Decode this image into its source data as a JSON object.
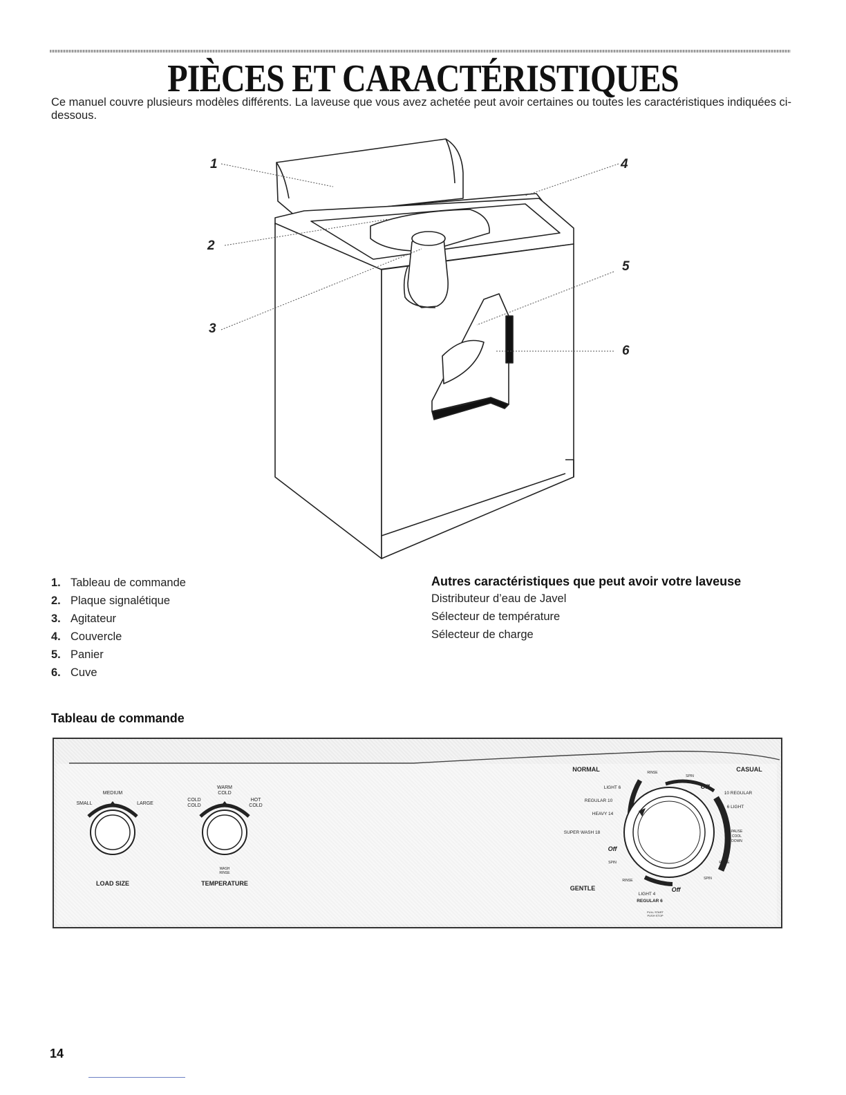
{
  "page": {
    "title": "PIÈCES ET CARACTÉRISTIQUES",
    "intro": "Ce manuel couvre plusieurs modèles différents. La laveuse que vous avez achetée peut avoir certaines ou toutes les caractéristiques indiquées ci-dessous.",
    "page_number": "14"
  },
  "figure": {
    "callouts": [
      "1",
      "2",
      "3",
      "4",
      "5",
      "6"
    ]
  },
  "parts": [
    {
      "num": "1.",
      "label": "Tableau de commande"
    },
    {
      "num": "2.",
      "label": "Plaque signalétique"
    },
    {
      "num": "3.",
      "label": "Agitateur"
    },
    {
      "num": "4.",
      "label": "Couvercle"
    },
    {
      "num": "5.",
      "label": "Panier"
    },
    {
      "num": "6.",
      "label": "Cuve"
    }
  ],
  "other_features": {
    "heading": "Autres caractéristiques que peut avoir votre laveuse",
    "items": [
      "Distributeur d’eau de Javel",
      "Sélecteur de température",
      "Sélecteur de charge"
    ]
  },
  "control_panel": {
    "heading": "Tableau de commande",
    "load_size": {
      "label": "LOAD SIZE",
      "small": "SMALL",
      "medium": "MEDIUM",
      "large": "LARGE"
    },
    "temperature": {
      "label": "TEMPERATURE",
      "warm_cold": [
        "WARM",
        "COLD"
      ],
      "cold_cold": [
        "COLD",
        "COLD"
      ],
      "hot_cold": [
        "HOT",
        "COLD"
      ],
      "wash_rinse": [
        "WASH",
        "RINSE"
      ]
    },
    "cycle": {
      "normal": "NORMAL",
      "casual": "CASUAL",
      "gentle": "GENTLE",
      "rinse_top": "RINSE",
      "spin_top": "SPIN",
      "light6": "LIGHT 6",
      "regular10": "REGULAR 10",
      "heavy14": "HEAVY 14",
      "superwash18": "SUPER WASH 18",
      "off1": "Off",
      "off2": "Off",
      "off3": "Off",
      "regular10_casual": "10 REGULAR",
      "light6_casual": "6 LIGHT",
      "pause": "PAUSE",
      "cool": "COOL",
      "down": "DOWN",
      "spin_left": "SPIN",
      "rinse_right": "RINSE",
      "rinse_bottom": "RINSE",
      "spin_bottom": "SPIN",
      "light4": "LIGHT 4",
      "regular6": "REGULAR 6",
      "pull_start": "PULL START",
      "push_stop": "PUSH STOP"
    }
  }
}
